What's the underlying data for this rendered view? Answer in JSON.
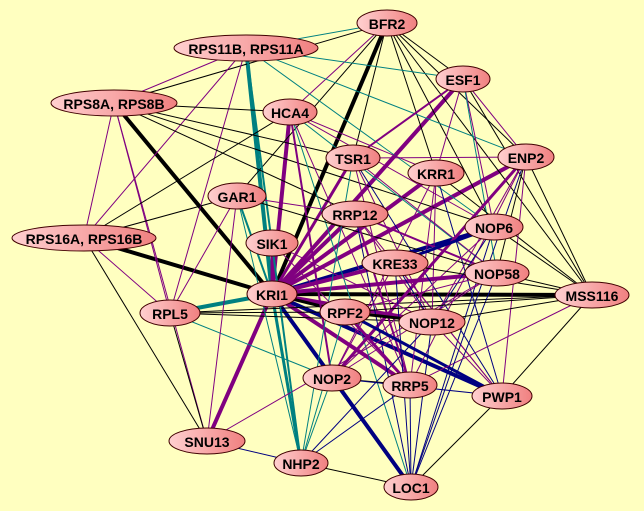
{
  "nodes": [
    "BFR2",
    "RPS11B, RPS11A",
    "ESF1",
    "RPS8A, RPS8B",
    "HCA4",
    "TSR1",
    "KRR1",
    "ENP2",
    "GAR1",
    "RRP12",
    "NOP6",
    "RPS16A, RPS16B",
    "SIK1",
    "KRE33",
    "NOP58",
    "KRI1",
    "MSS116",
    "RPL5",
    "RPF2",
    "NOP12",
    "NOP2",
    "RRP5",
    "PWP1",
    "SNU13",
    "NHP2",
    "LOC1"
  ],
  "edge_colors": {
    "k": "#000000",
    "p": "#800080",
    "t": "#008080",
    "n": "#000080"
  },
  "node_colors": {
    "fill_light": "#ffd0d0",
    "fill_dark": "#f08080",
    "border": "#400000"
  },
  "edges": [
    [
      "KRI1",
      "BFR2",
      "k",
      4
    ],
    [
      "KRI1",
      "RPS8A, RPS8B",
      "k",
      4
    ],
    [
      "KRI1",
      "RPS16A, RPS16B",
      "k",
      4
    ],
    [
      "KRI1",
      "MSS116",
      "k",
      4
    ],
    [
      "KRI1",
      "RPS11B, RPS11A",
      "t",
      4
    ],
    [
      "KRI1",
      "RPL5",
      "t",
      4
    ],
    [
      "KRI1",
      "NHP2",
      "t",
      3
    ],
    [
      "KRI1",
      "GAR1",
      "t",
      2
    ],
    [
      "KRI1",
      "LOC1",
      "n",
      4
    ],
    [
      "KRI1",
      "PWP1",
      "n",
      4
    ],
    [
      "KRI1",
      "NOP6",
      "n",
      4
    ],
    [
      "KRI1",
      "NOP2",
      "n",
      2
    ],
    [
      "KRI1",
      "HCA4",
      "p",
      4
    ],
    [
      "KRI1",
      "TSR1",
      "p",
      3
    ],
    [
      "KRI1",
      "KRR1",
      "p",
      4
    ],
    [
      "KRI1",
      "ENP2",
      "p",
      4
    ],
    [
      "KRI1",
      "ESF1",
      "p",
      4
    ],
    [
      "KRI1",
      "RRP12",
      "p",
      4
    ],
    [
      "KRI1",
      "NOP58",
      "p",
      4
    ],
    [
      "KRI1",
      "NOP12",
      "p",
      4
    ],
    [
      "KRI1",
      "RRP5",
      "p",
      4
    ],
    [
      "KRI1",
      "SNU13",
      "p",
      4
    ],
    [
      "KRI1",
      "KRE33",
      "p",
      4
    ],
    [
      "KRI1",
      "RPF2",
      "k",
      3
    ],
    [
      "KRI1",
      "SIK1",
      "p",
      3
    ],
    [
      "BFR2",
      "RPS11B, RPS11A",
      "t",
      1
    ],
    [
      "BFR2",
      "ESF1",
      "k",
      1
    ],
    [
      "BFR2",
      "HCA4",
      "p",
      1
    ],
    [
      "BFR2",
      "TSR1",
      "k",
      1
    ],
    [
      "BFR2",
      "KRR1",
      "k",
      1
    ],
    [
      "BFR2",
      "ENP2",
      "k",
      1
    ],
    [
      "BFR2",
      "NOP6",
      "k",
      1
    ],
    [
      "BFR2",
      "MSS116",
      "k",
      1
    ],
    [
      "BFR2",
      "RPS8A, RPS8B",
      "k",
      1
    ],
    [
      "BFR2",
      "GAR1",
      "k",
      1
    ],
    [
      "RPS11B, RPS11A",
      "ESF1",
      "t",
      1
    ],
    [
      "RPS11B, RPS11A",
      "ENP2",
      "t",
      1
    ],
    [
      "RPS11B, RPS11A",
      "RPS8A, RPS8B",
      "p",
      1
    ],
    [
      "RPS11B, RPS11A",
      "RPS16A, RPS16B",
      "p",
      1
    ],
    [
      "RPS11B, RPS11A",
      "RPL5",
      "p",
      1
    ],
    [
      "RPS11B, RPS11A",
      "NOP6",
      "t",
      1
    ],
    [
      "RPS11B, RPS11A",
      "NHP2",
      "t",
      2
    ],
    [
      "RPS8A, RPS8B",
      "RPS16A, RPS16B",
      "p",
      1
    ],
    [
      "RPS8A, RPS8B",
      "RPL5",
      "p",
      1
    ],
    [
      "RPS8A, RPS8B",
      "HCA4",
      "k",
      1
    ],
    [
      "RPS8A, RPS8B",
      "TSR1",
      "k",
      1
    ],
    [
      "RPS8A, RPS8B",
      "RRP12",
      "k",
      1
    ],
    [
      "RPS8A, RPS8B",
      "NOP6",
      "k",
      1
    ],
    [
      "RPS8A, RPS8B",
      "SNU13",
      "p",
      1
    ],
    [
      "RPS16A, RPS16B",
      "RPL5",
      "p",
      1
    ],
    [
      "RPS16A, RPS16B",
      "GAR1",
      "k",
      1
    ],
    [
      "RPS16A, RPS16B",
      "HCA4",
      "k",
      1
    ],
    [
      "RPS16A, RPS16B",
      "SNU13",
      "k",
      1
    ],
    [
      "RPL5",
      "RPF2",
      "k",
      1
    ],
    [
      "RPL5",
      "NOP12",
      "k",
      1
    ],
    [
      "RPL5",
      "MSS116",
      "k",
      1
    ],
    [
      "RPL5",
      "NOP2",
      "t",
      1
    ],
    [
      "RPL5",
      "GAR1",
      "p",
      1
    ],
    [
      "ESF1",
      "ENP2",
      "p",
      1
    ],
    [
      "ESF1",
      "KRR1",
      "p",
      1
    ],
    [
      "ESF1",
      "MSS116",
      "k",
      1
    ],
    [
      "ESF1",
      "NOP6",
      "p",
      1
    ],
    [
      "ESF1",
      "TSR1",
      "p",
      2
    ],
    [
      "ESF1",
      "NOP58",
      "t",
      1
    ],
    [
      "HCA4",
      "NOP6",
      "p",
      1
    ],
    [
      "HCA4",
      "KRR1",
      "p",
      1
    ],
    [
      "HCA4",
      "NOP58",
      "t",
      1
    ],
    [
      "HCA4",
      "NOP2",
      "p",
      2
    ],
    [
      "HCA4",
      "RRP5",
      "p",
      1
    ],
    [
      "HCA4",
      "LOC1",
      "t",
      1
    ],
    [
      "TSR1",
      "NOP12",
      "p",
      1
    ],
    [
      "TSR1",
      "RRP5",
      "p",
      1
    ],
    [
      "TSR1",
      "ENP2",
      "p",
      1
    ],
    [
      "TSR1",
      "NOP58",
      "p",
      1
    ],
    [
      "TSR1",
      "PWP1",
      "n",
      1
    ],
    [
      "KRR1",
      "NOP12",
      "p",
      1
    ],
    [
      "KRR1",
      "RRP5",
      "p",
      1
    ],
    [
      "KRR1",
      "MSS116",
      "k",
      1
    ],
    [
      "KRR1",
      "PWP1",
      "n",
      1
    ],
    [
      "KRR1",
      "NOP2",
      "p",
      1
    ],
    [
      "ENP2",
      "MSS116",
      "k",
      1
    ],
    [
      "ENP2",
      "NOP12",
      "p",
      1
    ],
    [
      "ENP2",
      "PWP1",
      "p",
      1
    ],
    [
      "ENP2",
      "RRP5",
      "p",
      1
    ],
    [
      "ENP2",
      "NOP2",
      "p",
      3
    ],
    [
      "ENP2",
      "NOP58",
      "k",
      1
    ],
    [
      "GAR1",
      "NHP2",
      "t",
      1
    ],
    [
      "GAR1",
      "SNU13",
      "p",
      1
    ],
    [
      "GAR1",
      "NOP58",
      "k",
      1
    ],
    [
      "GAR1",
      "RRP12",
      "p",
      1
    ],
    [
      "RRP12",
      "NOP12",
      "p",
      1
    ],
    [
      "RRP12",
      "PWP1",
      "p",
      1
    ],
    [
      "RRP12",
      "LOC1",
      "n",
      1
    ],
    [
      "RRP12",
      "NOP58",
      "p",
      2
    ],
    [
      "RRP12",
      "RRP5",
      "p",
      2
    ],
    [
      "NOP6",
      "MSS116",
      "k",
      1
    ],
    [
      "NOP6",
      "NOP12",
      "n",
      1
    ],
    [
      "NOP6",
      "NOP2",
      "p",
      1
    ],
    [
      "NOP6",
      "LOC1",
      "n",
      1
    ],
    [
      "NOP6",
      "KRE33",
      "n",
      3
    ],
    [
      "KRE33",
      "MSS116",
      "k",
      1
    ],
    [
      "KRE33",
      "NOP2",
      "p",
      1
    ],
    [
      "KRE33",
      "LOC1",
      "n",
      1
    ],
    [
      "KRE33",
      "PWP1",
      "p",
      1
    ],
    [
      "KRE33",
      "NOP12",
      "n",
      1
    ],
    [
      "NOP58",
      "MSS116",
      "k",
      1
    ],
    [
      "NOP58",
      "NOP2",
      "p",
      1
    ],
    [
      "NOP58",
      "LOC1",
      "n",
      1
    ],
    [
      "NOP58",
      "RPF2",
      "p",
      1
    ],
    [
      "NOP58",
      "SNU13",
      "p",
      1
    ],
    [
      "RPF2",
      "NOP12",
      "k",
      3
    ],
    [
      "RPF2",
      "PWP1",
      "n",
      3
    ],
    [
      "RPF2",
      "RRP5",
      "p",
      3
    ],
    [
      "RPF2",
      "MSS116",
      "k",
      1
    ],
    [
      "RPF2",
      "NHP2",
      "t",
      1
    ],
    [
      "NOP12",
      "MSS116",
      "k",
      1
    ],
    [
      "NOP12",
      "LOC1",
      "n",
      1
    ],
    [
      "NOP12",
      "NHP2",
      "n",
      1
    ],
    [
      "NOP12",
      "PWP1",
      "p",
      1
    ],
    [
      "NOP2",
      "LOC1",
      "n",
      3
    ],
    [
      "NOP2",
      "NHP2",
      "t",
      1
    ],
    [
      "NOP2",
      "RRP5",
      "k",
      1
    ],
    [
      "NOP2",
      "PWP1",
      "n",
      1
    ],
    [
      "RRP5",
      "LOC1",
      "n",
      1
    ],
    [
      "RRP5",
      "MSS116",
      "p",
      1
    ],
    [
      "RRP5",
      "NHP2",
      "n",
      1
    ],
    [
      "PWP1",
      "MSS116",
      "k",
      1
    ],
    [
      "PWP1",
      "LOC1",
      "k",
      1
    ],
    [
      "SNU13",
      "NHP2",
      "n",
      1
    ],
    [
      "SNU13",
      "RPL5",
      "k",
      1
    ],
    [
      "NHP2",
      "LOC1",
      "k",
      1
    ],
    [
      "NHP2",
      "TSR1",
      "t",
      1
    ],
    [
      "LOC1",
      "ENP2",
      "n",
      1
    ],
    [
      "SIK1",
      "NOP12",
      "p",
      1
    ],
    [
      "SIK1",
      "RRP5",
      "p",
      1
    ],
    [
      "SIK1",
      "NHP2",
      "t",
      1
    ]
  ]
}
